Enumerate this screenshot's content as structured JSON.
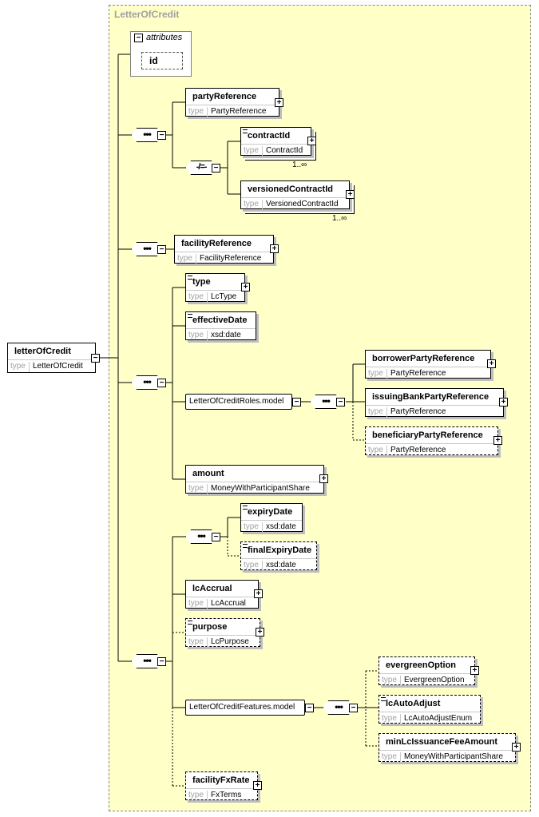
{
  "container": {
    "title": "LetterOfCredit"
  },
  "attributes": {
    "label": "attributes",
    "items": [
      "id"
    ]
  },
  "root": {
    "name": "letterOfCredit",
    "type_key": "type",
    "type": "LetterOfCredit"
  },
  "elements": {
    "partyReference": {
      "name": "partyReference",
      "type": "PartyReference"
    },
    "contractId": {
      "name": "contractId",
      "type": "ContractId",
      "occurs": "1..∞"
    },
    "versionedContractId": {
      "name": "versionedContractId",
      "type": "VersionedContractId",
      "occurs": "1..∞"
    },
    "facilityReference": {
      "name": "facilityReference",
      "type": "FacilityReference"
    },
    "type": {
      "name": "type",
      "type": "LcType"
    },
    "effectiveDate": {
      "name": "effectiveDate",
      "type": "xsd:date"
    },
    "borrowerPartyReference": {
      "name": "borrowerPartyReference",
      "type": "PartyReference"
    },
    "issuingBankPartyReference": {
      "name": "issuingBankPartyReference",
      "type": "PartyReference"
    },
    "beneficiaryPartyReference": {
      "name": "beneficiaryPartyReference",
      "type": "PartyReference"
    },
    "amount": {
      "name": "amount",
      "type": "MoneyWithParticipantShare"
    },
    "expiryDate": {
      "name": "expiryDate",
      "type": "xsd:date"
    },
    "finalExpiryDate": {
      "name": "finalExpiryDate",
      "type": "xsd:date"
    },
    "lcAccrual": {
      "name": "lcAccrual",
      "type": "LcAccrual"
    },
    "purpose": {
      "name": "purpose",
      "type": "LcPurpose"
    },
    "evergreenOption": {
      "name": "evergreenOption",
      "type": "EvergreenOption"
    },
    "lcAutoAdjust": {
      "name": "lcAutoAdjust",
      "type": "LcAutoAdjustEnum"
    },
    "minLcIssuanceFeeAmount": {
      "name": "minLcIssuanceFeeAmount",
      "type": "MoneyWithParticipantShare"
    },
    "facilityFxRate": {
      "name": "facilityFxRate",
      "type": "FxTerms"
    }
  },
  "models": {
    "roles": "LetterOfCreditRoles.model",
    "features": "LetterOfCreditFeatures.model"
  },
  "labels": {
    "type_key": "type",
    "minus": "−",
    "plus": "+"
  }
}
